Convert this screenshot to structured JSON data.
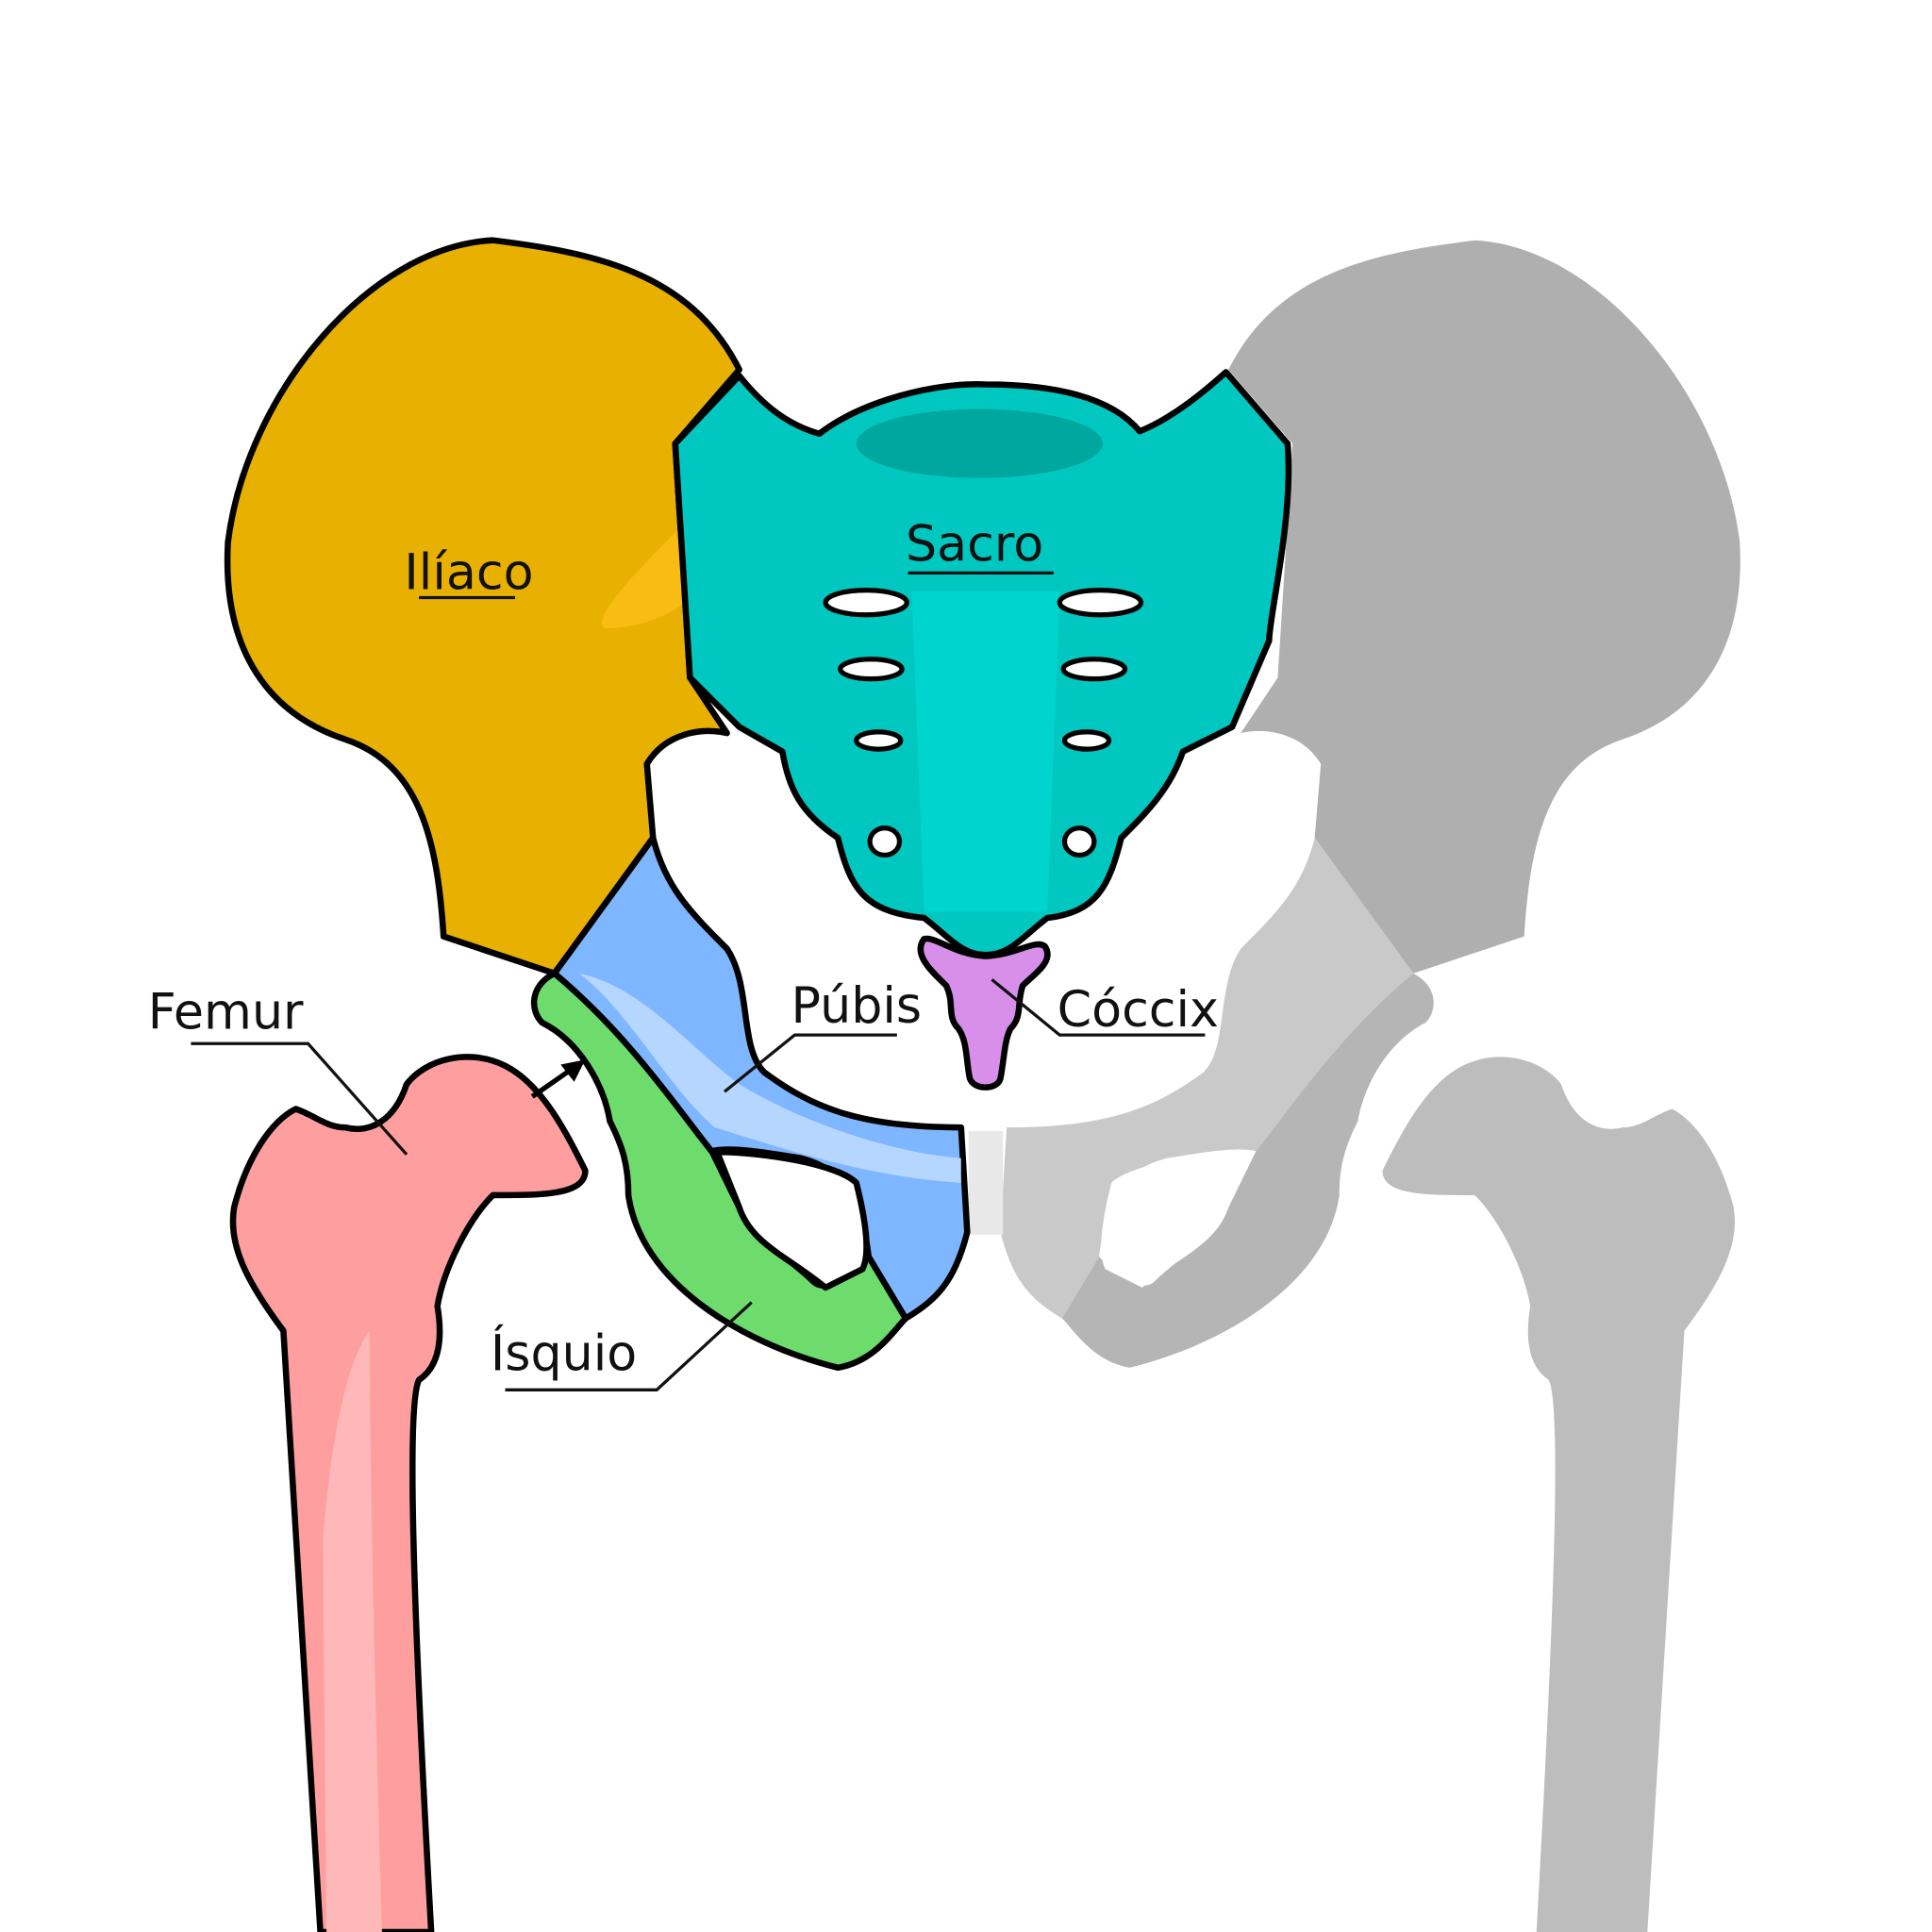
{
  "labels": {
    "iliac": "Ilíaco",
    "sacrum": "Sacro",
    "femur": "Femur",
    "pubis": "Púbis",
    "coccyx": "Cóccix",
    "ischium": "Ísquio"
  },
  "colors": {
    "iliac": "#E8B000",
    "sacrum": "#00C8C0",
    "pubis": "#7EB6FF",
    "ischium": "#6DDC6D",
    "coccyx": "#D78FEA",
    "femur": "#FF9E9E",
    "mirror_side": "#B8B8B8"
  }
}
